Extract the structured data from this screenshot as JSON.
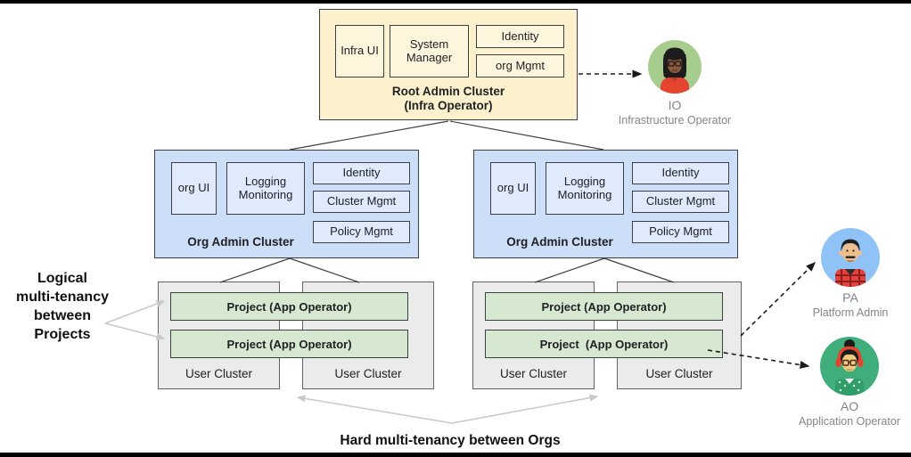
{
  "root_cluster": {
    "title_line1": "Root Admin Cluster",
    "title_line2": "(Infra Operator)",
    "boxes": [
      "Infra UI",
      "System Manager",
      "Identity",
      "org Mgmt"
    ]
  },
  "org_clusters": [
    {
      "title": "Org Admin Cluster",
      "boxes": [
        "org UI",
        "Logging Monitoring",
        "Identity",
        "Cluster Mgmt",
        "Policy Mgmt"
      ]
    },
    {
      "title": "Org Admin Cluster",
      "boxes": [
        "org UI",
        "Logging Monitoring",
        "Identity",
        "Cluster Mgmt",
        "Policy Mgmt"
      ]
    }
  ],
  "user_groups": [
    {
      "projects": [
        "Project (App Operator)",
        "Project (App Operator)"
      ],
      "clusters": [
        "User Cluster",
        "User Cluster"
      ]
    },
    {
      "projects": [
        "Project (App Operator)",
        "Project  (App Operator)"
      ],
      "clusters": [
        "User Cluster",
        "User Cluster"
      ]
    }
  ],
  "annotations": {
    "logical_line1": "Logical",
    "logical_line2": "multi-tenancy",
    "logical_line3": "between",
    "logical_line4": "Projects",
    "hard": "Hard multi-tenancy between Orgs"
  },
  "actors": [
    {
      "abbr": "IO",
      "role": "Infrastructure Operator",
      "circle_color": "#a7cd8e"
    },
    {
      "abbr": "PA",
      "role": "Platform Admin",
      "circle_color": "#8fc2f6"
    },
    {
      "abbr": "AO",
      "role": "Application Operator",
      "circle_color": "#3fae7a"
    }
  ],
  "colors": {
    "root_fill": "#fcf1cc",
    "root_inner_fill": "#fdf5dc",
    "org_fill": "#cddff8",
    "org_inner_fill": "#dfeafc",
    "user_fill": "#ebebeb",
    "project_fill": "#d7e8d1",
    "outline": "#3c4043",
    "gray_arrow": "#c6c9cc",
    "dashed_arrow": "#1a1a1a",
    "actor_label": "#80868b",
    "text": "#202124"
  }
}
